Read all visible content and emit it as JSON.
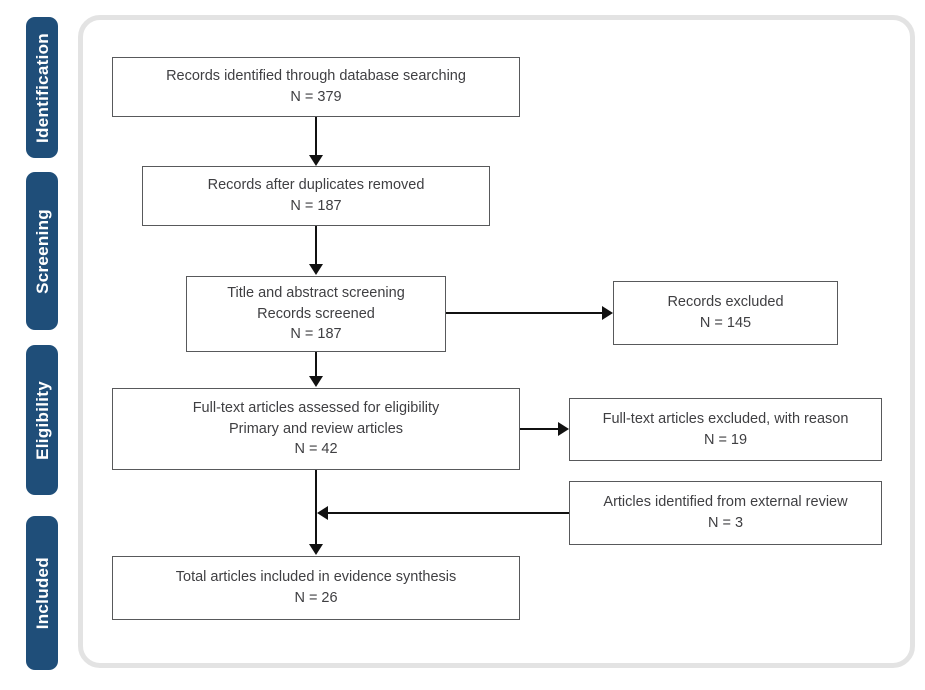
{
  "diagram": {
    "type": "prisma-flow-diagram",
    "colors": {
      "stage_tab_background": "#1F4E79",
      "stage_tab_text": "#FFFFFF",
      "frame_border": "#E3E3E3",
      "box_border": "#58595B",
      "box_text": "#3F3F42",
      "connector": "#111111",
      "page_background": "#FFFFFF"
    },
    "stages": [
      {
        "id": "identification",
        "label": "Identification"
      },
      {
        "id": "screening",
        "label": "Screening"
      },
      {
        "id": "eligibility",
        "label": "Eligibility"
      },
      {
        "id": "included",
        "label": "Included"
      }
    ],
    "nodes": [
      {
        "id": "records-identified",
        "stage": "identification",
        "lines": [
          "Records identified through database searching",
          "N = 379"
        ],
        "count": 379
      },
      {
        "id": "records-after-duplicates",
        "stage": "identification",
        "lines": [
          "Records after duplicates removed",
          "N = 187"
        ],
        "count": 187
      },
      {
        "id": "records-screened",
        "stage": "screening",
        "lines": [
          "Title and abstract screening",
          "Records screened",
          "N = 187"
        ],
        "count": 187
      },
      {
        "id": "records-excluded",
        "stage": "screening",
        "lines": [
          "Records excluded",
          "N = 145"
        ],
        "count": 145
      },
      {
        "id": "fulltext-assessed",
        "stage": "eligibility",
        "lines": [
          "Full-text articles assessed for eligibility",
          "Primary and review articles",
          "N = 42"
        ],
        "count": 42
      },
      {
        "id": "fulltext-excluded",
        "stage": "eligibility",
        "lines": [
          "Full-text articles excluded, with reason",
          "N = 19"
        ],
        "count": 19
      },
      {
        "id": "external-review",
        "stage": "eligibility",
        "lines": [
          "Articles identified from external review",
          "N = 3"
        ],
        "count": 3
      },
      {
        "id": "total-included",
        "stage": "included",
        "lines": [
          "Total articles included in evidence synthesis",
          "N = 26"
        ],
        "count": 26
      }
    ],
    "edges": [
      {
        "from": "records-identified",
        "to": "records-after-duplicates",
        "direction": "down"
      },
      {
        "from": "records-after-duplicates",
        "to": "records-screened",
        "direction": "down"
      },
      {
        "from": "records-screened",
        "to": "records-excluded",
        "direction": "right"
      },
      {
        "from": "records-screened",
        "to": "fulltext-assessed",
        "direction": "down"
      },
      {
        "from": "fulltext-assessed",
        "to": "fulltext-excluded",
        "direction": "right"
      },
      {
        "from": "external-review",
        "to": "total-included",
        "direction": "left"
      },
      {
        "from": "fulltext-assessed",
        "to": "total-included",
        "direction": "down"
      }
    ]
  }
}
